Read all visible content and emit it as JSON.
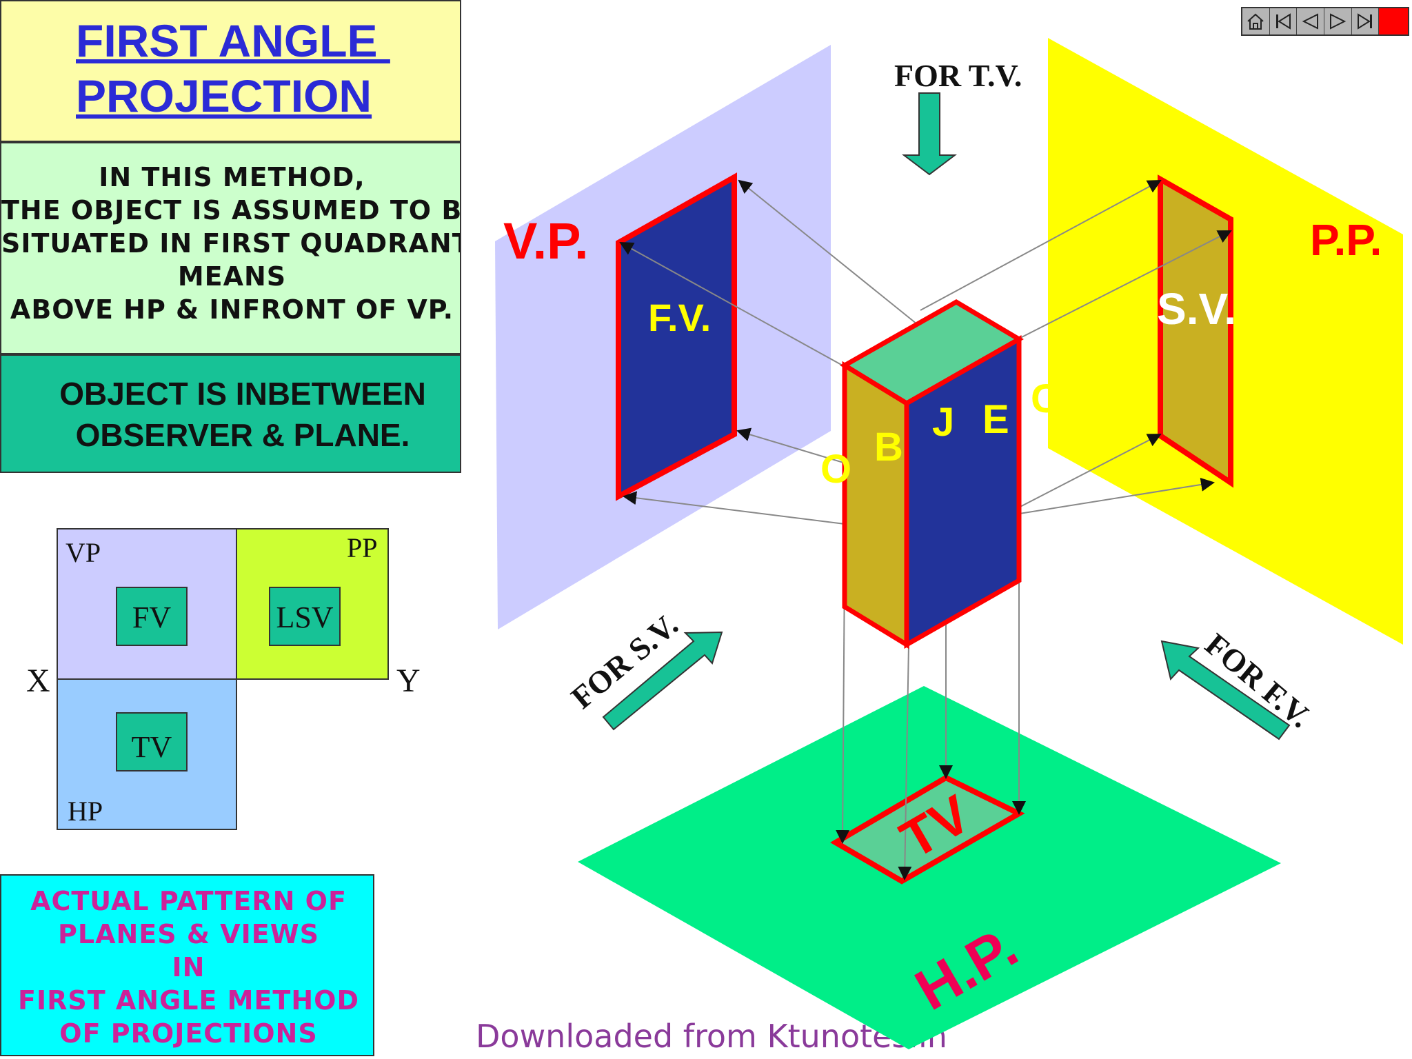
{
  "title": {
    "line1": "FIRST ANGLE ",
    "line2": "PROJECTION"
  },
  "method": {
    "lines": [
      "IN THIS METHOD,",
      "THE OBJECT IS ASSUMED TO BE",
      "SITUATED IN FIRST QUADRANT",
      "MEANS",
      "ABOVE HP & INFRONT OF VP."
    ]
  },
  "observer": {
    "lines": [
      "OBJECT IS INBETWEEN",
      "OBSERVER & PLANE."
    ]
  },
  "layout_diagram": {
    "vp": "VP",
    "pp": "PP",
    "hp": "HP",
    "fv": "FV",
    "lsv": "LSV",
    "tv": "TV",
    "x": "X",
    "y": "Y",
    "colors": {
      "vp": "#ccccff",
      "pp": "#ccff33",
      "hp": "#99ccff",
      "view": "#17c296"
    }
  },
  "pattern": {
    "lines": [
      "ACTUAL PATTERN OF",
      "PLANES & VIEWS",
      "IN",
      "FIRST ANGLE METHOD",
      "OF PROJECTIONS"
    ]
  },
  "iso": {
    "for_tv": "FOR T.V.",
    "vp_label": "V.P.",
    "pp_label": "P.P.",
    "fv_label": "F.V.",
    "sv_label": "S.V.",
    "tv_label": "TV",
    "hp_label": "H.P.",
    "for_sv": "FOR S.V.",
    "for_fv": "FOR F.V.",
    "object_letters": [
      "O",
      "B",
      "J",
      "E",
      "C"
    ],
    "colors": {
      "vp_plane": "#ccccff",
      "pp_plane": "#ffff00",
      "hp_plane": "#00ee88",
      "fv_fill": "#22339a",
      "sv_fill": "#c9b022",
      "outline": "#ff0000",
      "arrow": "#17c296",
      "label_red": "#ff0000"
    }
  },
  "navigation": {
    "buttons": [
      "home-icon",
      "first-icon",
      "previous-icon",
      "next-icon",
      "last-icon",
      "stop-icon"
    ]
  },
  "watermark": "Downloaded from Ktunotes.in"
}
